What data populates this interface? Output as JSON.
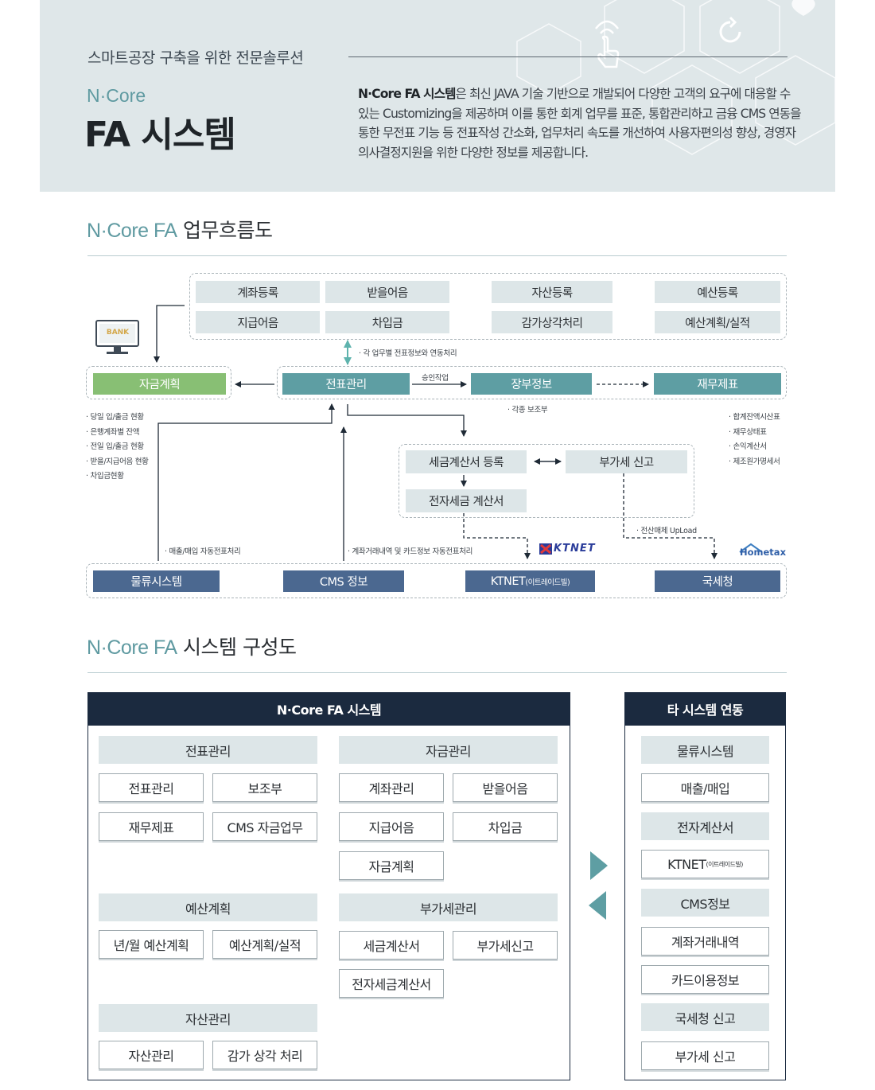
{
  "header": {
    "tagline": "스마트공장 구축을 위한 전문솔루션",
    "brand": "N·Core",
    "product": "FA 시스템",
    "intro_bold": "N·Core FA 시스템",
    "intro_rest": "은 최신 JAVA 기술 기반으로 개발되어 다양한 고객의 요구에 대응할 수 있는 Customizing을 제공하며 이를 통한 회계 업무를 표준, 통합관리하고 금융 CMS 연동을 통한 무전표 기능 등 전표작성 간소화, 업무처리 속도를 개선하여 사용자편의성 향상, 경영자 의사결정지원을 위한 다양한 정보를 제공합니다."
  },
  "flow_section": {
    "accent": "N·Core FA",
    "title": "업무흐름도"
  },
  "flow": {
    "top_row1": [
      "계좌등록",
      "받을어음",
      "자산등록",
      "예산등록"
    ],
    "top_row2": [
      "지급어음",
      "차입금",
      "감가상각처리",
      "예산계획/실적"
    ],
    "bank_label": "BANK",
    "fund_plan": "자금계획",
    "voucher": "전표관리",
    "ledger": "장부정보",
    "financial": "재무제표",
    "approval": "승인작업",
    "link_note": "· 각 업무별 전표정보와 연동처리",
    "sub_books": "· 각종 보조부",
    "left_list": [
      "· 당일 입/출금 현황",
      "· 은행계좌별 잔액",
      "· 전일 입/출금 현황",
      "· 받을/지급어음 현황",
      "· 차입금현황"
    ],
    "right_list": [
      "· 합계잔액시산표",
      "· 재무상태표",
      "· 손익계산서",
      "· 제조원가명세서"
    ],
    "tax_register": "세금계산서 등록",
    "vat_report": "부가세 신고",
    "e_tax": "전자세금 계산서",
    "upload_note": "· 전산매체 UpLoad",
    "sales_note": "· 매출/매입 자동전표처리",
    "cms_note": "· 계좌거래내역 및 카드정보 자동전표처리",
    "ktnet_logo": "KTNET",
    "hometax_logo": "Hometax",
    "bottom": {
      "logistics": "물류시스템",
      "cms": "CMS 정보",
      "ktnet": "KTNET",
      "ktnet_sub": "(이트레이드빌)",
      "nts": "국세청"
    }
  },
  "comp_section": {
    "accent": "N·Core FA",
    "title": "시스템 구성도"
  },
  "composition": {
    "main_title": "N·Core FA 시스템",
    "groups": [
      {
        "name": "전표관리",
        "items": [
          "전표관리",
          "보조부",
          "재무제표",
          "CMS 자금업무"
        ]
      },
      {
        "name": "자금관리",
        "items": [
          "계좌관리",
          "받을어음",
          "지급어음",
          "차입금",
          "자금계획"
        ]
      },
      {
        "name": "예산계획",
        "items": [
          "년/월 예산계획",
          "예산계획/실적"
        ]
      },
      {
        "name": "부가세관리",
        "items": [
          "세금계산서",
          "부가세신고",
          "전자세금계산서"
        ]
      },
      {
        "name": "자산관리",
        "items": [
          "자산관리",
          "감가 상각 처리"
        ]
      }
    ],
    "other_title": "타 시스템 연동",
    "other": [
      {
        "kind": "cat",
        "label": "물류시스템"
      },
      {
        "kind": "item",
        "label": "매출/매입"
      },
      {
        "kind": "cat",
        "label": "전자계산서"
      },
      {
        "kind": "item",
        "label": "KTNET",
        "sub": "(이트레이드빌)"
      },
      {
        "kind": "cat",
        "label": "CMS정보"
      },
      {
        "kind": "item",
        "label": "계좌거래내역"
      },
      {
        "kind": "item",
        "label": "카드이용정보"
      },
      {
        "kind": "cat",
        "label": "국세청 신고"
      },
      {
        "kind": "item",
        "label": "부가세 신고"
      }
    ]
  },
  "colors": {
    "accent": "#5f9aa1",
    "navy": "#1b2a3f",
    "teal": "#5e9ea3",
    "green": "#88bf74",
    "blue": "#4b6890"
  }
}
